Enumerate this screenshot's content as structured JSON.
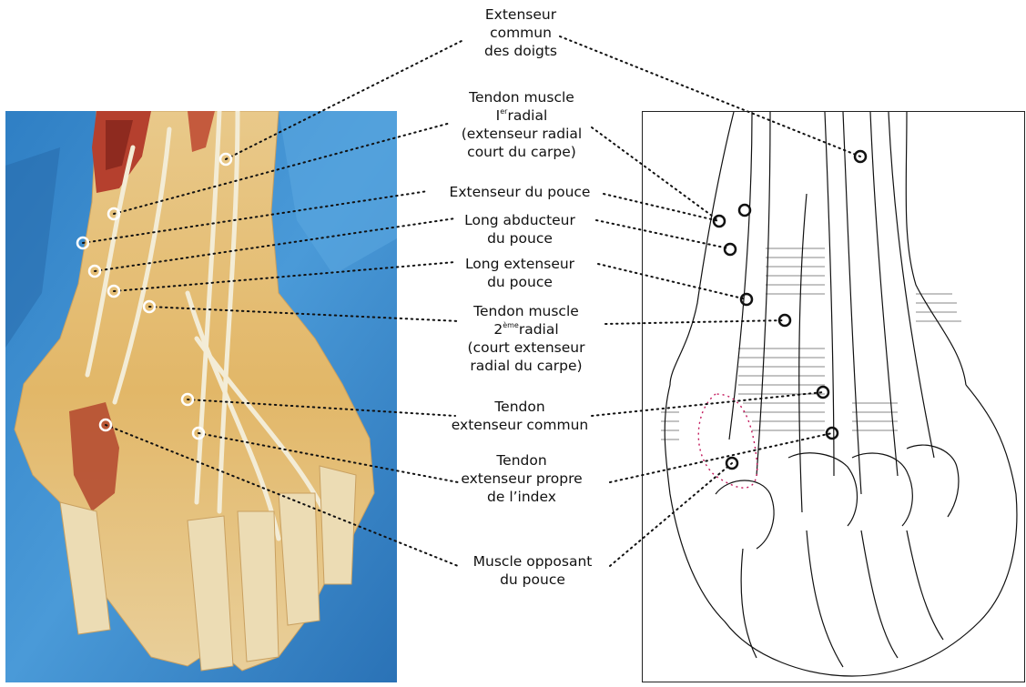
{
  "labels": {
    "extenseur_commun_doigts": {
      "line1": "Extenseur",
      "line2": "commun",
      "line3": "des doigts"
    },
    "premier_radial": {
      "line1": "Tendon muscle",
      "numeral": "I",
      "sup": "er",
      "line2_rest": "radial",
      "line3": "(extenseur radial",
      "line4": "court du carpe)"
    },
    "extenseur_pouce": {
      "line1": "Extenseur du pouce"
    },
    "long_abducteur": {
      "line1": "Long abducteur",
      "line2": "du pouce"
    },
    "long_extenseur": {
      "line1": "Long extenseur",
      "line2": "du pouce"
    },
    "second_radial": {
      "line1": "Tendon muscle",
      "numeral": "2",
      "sup": "ème",
      "line2_rest": "radial",
      "line3": "(court extenseur",
      "line4": "radial du carpe)"
    },
    "tendon_extenseur_commun": {
      "line1": "Tendon",
      "line2": "extenseur commun"
    },
    "tendon_extenseur_index": {
      "line1": "Tendon",
      "line2": "extenseur propre",
      "line3": "de l’index"
    },
    "muscle_opposant": {
      "line1": "Muscle opposant",
      "line2": "du pouce"
    }
  },
  "colors": {
    "drape_blue": "#3d8fd0",
    "tissue_yellow": "#e7c27a",
    "muscle_red": "#b5402e",
    "tendon_cream": "#efe6cf",
    "leader_dots": "#111111",
    "marker_white": "#ffffff",
    "outline_dashed_pink": "#c2185b"
  }
}
